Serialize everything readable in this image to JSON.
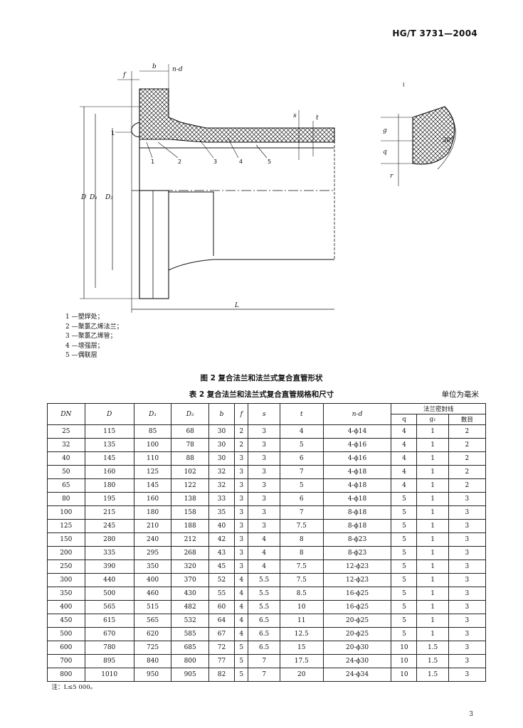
{
  "header": {
    "standard_code": "HG/T 3731—2004"
  },
  "figure": {
    "dim_labels": {
      "f": "f",
      "b": "b",
      "nd": "n-d",
      "D": "D",
      "D1": "D₁",
      "D2": "D₂",
      "s": "s",
      "t": "t",
      "L": "L",
      "g": "g",
      "q": "q",
      "r": "r",
      "r1": "1",
      "angle": "30°",
      "callouts": [
        "1",
        "2",
        "3",
        "4",
        "5"
      ]
    },
    "legend": [
      "1 —塑焊处；",
      "2 —聚氯乙烯法兰；",
      "3 —聚氯乙烯管；",
      "4 —增强层；",
      "5 —偶联层"
    ],
    "caption": "图 2   复合法兰和法兰式复合直管形状"
  },
  "table": {
    "caption": "表 2   复合法兰和法兰式复合直管规格和尺寸",
    "unit": "单位为毫米",
    "headers": [
      "DN",
      "D",
      "D₁",
      "D₂",
      "b",
      "f",
      "s",
      "t",
      "n-d"
    ],
    "group_header": "法兰密封线",
    "sub_headers": [
      "q",
      "g₁",
      "数目"
    ],
    "rows": [
      [
        "25",
        "115",
        "85",
        "68",
        "30",
        "2",
        "3",
        "4",
        "4-ϕ14",
        "4",
        "1",
        "2"
      ],
      [
        "32",
        "135",
        "100",
        "78",
        "30",
        "2",
        "3",
        "5",
        "4-ϕ16",
        "4",
        "1",
        "2"
      ],
      [
        "40",
        "145",
        "110",
        "88",
        "30",
        "3",
        "3",
        "6",
        "4-ϕ16",
        "4",
        "1",
        "2"
      ],
      [
        "50",
        "160",
        "125",
        "102",
        "32",
        "3",
        "3",
        "7",
        "4-ϕ18",
        "4",
        "1",
        "2"
      ],
      [
        "65",
        "180",
        "145",
        "122",
        "32",
        "3",
        "3",
        "5",
        "4-ϕ18",
        "4",
        "1",
        "2"
      ],
      [
        "80",
        "195",
        "160",
        "138",
        "33",
        "3",
        "3",
        "6",
        "4-ϕ18",
        "5",
        "1",
        "3"
      ],
      [
        "100",
        "215",
        "180",
        "158",
        "35",
        "3",
        "3",
        "7",
        "8-ϕ18",
        "5",
        "1",
        "3"
      ],
      [
        "125",
        "245",
        "210",
        "188",
        "40",
        "3",
        "3",
        "7.5",
        "8-ϕ18",
        "5",
        "1",
        "3"
      ],
      [
        "150",
        "280",
        "240",
        "212",
        "42",
        "3",
        "4",
        "8",
        "8-ϕ23",
        "5",
        "1",
        "3"
      ],
      [
        "200",
        "335",
        "295",
        "268",
        "43",
        "3",
        "4",
        "8",
        "8-ϕ23",
        "5",
        "1",
        "3"
      ],
      [
        "250",
        "390",
        "350",
        "320",
        "45",
        "3",
        "4",
        "7.5",
        "12-ϕ23",
        "5",
        "1",
        "3"
      ],
      [
        "300",
        "440",
        "400",
        "370",
        "52",
        "4",
        "5.5",
        "7.5",
        "12-ϕ23",
        "5",
        "1",
        "3"
      ],
      [
        "350",
        "500",
        "460",
        "430",
        "55",
        "4",
        "5.5",
        "8.5",
        "16-ϕ25",
        "5",
        "1",
        "3"
      ],
      [
        "400",
        "565",
        "515",
        "482",
        "60",
        "4",
        "5.5",
        "10",
        "16-ϕ25",
        "5",
        "1",
        "3"
      ],
      [
        "450",
        "615",
        "565",
        "532",
        "64",
        "4",
        "6.5",
        "11",
        "20-ϕ25",
        "5",
        "1",
        "3"
      ],
      [
        "500",
        "670",
        "620",
        "585",
        "67",
        "4",
        "6.5",
        "12.5",
        "20-ϕ25",
        "5",
        "1",
        "3"
      ],
      [
        "600",
        "780",
        "725",
        "685",
        "72",
        "5",
        "6.5",
        "15",
        "20-ϕ30",
        "10",
        "1.5",
        "3"
      ],
      [
        "700",
        "895",
        "840",
        "800",
        "77",
        "5",
        "7",
        "17.5",
        "24-ϕ30",
        "10",
        "1.5",
        "3"
      ],
      [
        "800",
        "1010",
        "950",
        "905",
        "82",
        "5",
        "7",
        "20",
        "24-ϕ34",
        "10",
        "1.5",
        "3"
      ]
    ],
    "note": "注：L≤5 000。"
  },
  "page_number": "3"
}
